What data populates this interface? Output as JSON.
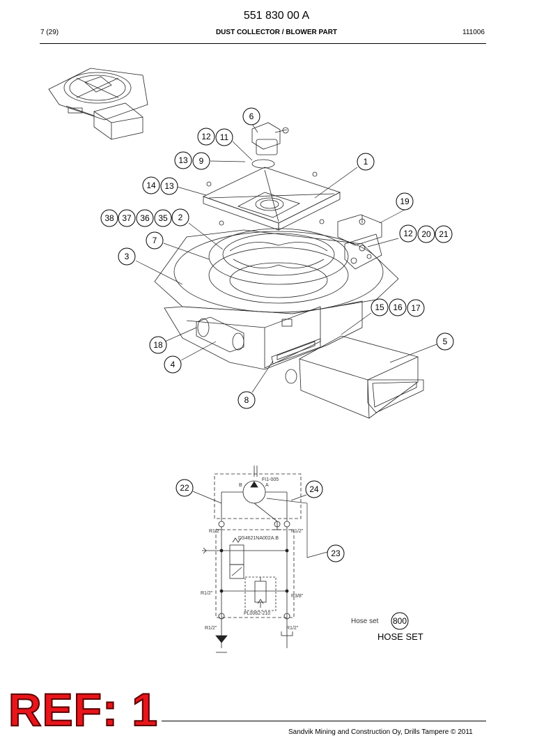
{
  "header": {
    "doc_number": "551 830 00 A",
    "page": "7 (29)",
    "title": "DUST COLLECTOR / BLOWER PART",
    "date": "111006"
  },
  "callouts": [
    "6",
    "12",
    "11",
    "13",
    "9",
    "1",
    "14",
    "13",
    "19",
    "38",
    "37",
    "36",
    "35",
    "2",
    "12",
    "20",
    "21",
    "7",
    "3",
    "15",
    "16",
    "17",
    "18",
    "5",
    "4",
    "8",
    "22",
    "24",
    "23",
    "800"
  ],
  "schematic": {
    "label_fi": "FI1-005",
    "port_b": "B",
    "port_a": "A",
    "thread_left": "R1/2\"",
    "thread_right": "R1/2\"",
    "valve_code": "DS4621NA002A.B",
    "thread_mid_left": "R1/2\"",
    "thread_mid_right": "R3/8\"",
    "relief_code": "PL0062-210",
    "thread_bottom_left": "R1/2\"",
    "thread_bottom_right": "R1/2\"",
    "hose_set_small": "Hose set"
  },
  "hose_set_label": "HOSE SET",
  "ref_stamp": "REF: 1",
  "footer": "Sandvik Mining and Construction Oy, Drills Tampere © 2011"
}
